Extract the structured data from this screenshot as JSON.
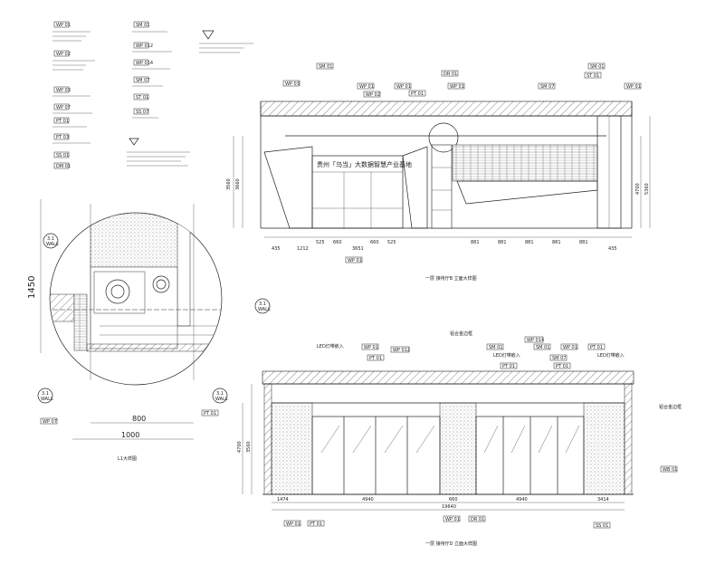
{
  "tags": {
    "wp01": "WP 01",
    "wp02": "WP 02",
    "wp03": "WP 03",
    "wp07": "WP 07",
    "pt01": "PT 01",
    "pt03": "PT 03",
    "sm01": "SM 01",
    "sm07": "SM 07",
    "st01": "ST 01",
    "ss01": "SS 01",
    "dr01": "DR 01",
    "wp012": "WP 012",
    "wp014": "WP 014",
    "dm01": "DM 01",
    "ss07": "SS 07",
    "wb01": "WB 01"
  },
  "section_markers": {
    "number": "3.1",
    "sheet": "WALL"
  },
  "detail": {
    "dim_vertical": "1450",
    "dim_800": "800",
    "dim_1000": "1000",
    "caption": "L1大样图"
  },
  "elevation1": {
    "sign_text": "贵州「乌当」大数据智慧产业基地",
    "caption": "一层 接待厅B  立面大样图",
    "dims": [
      "435",
      "1212",
      "525",
      "660",
      "3651",
      "660",
      "525",
      "881",
      "881",
      "881",
      "881",
      "881",
      "435"
    ],
    "heights": [
      "3560",
      "3660",
      "4700",
      "5360"
    ]
  },
  "elevation2": {
    "caption": "一层 接待厅D  立面大样图",
    "dims": [
      "1474",
      "4940",
      "660",
      "4940",
      "3414"
    ],
    "total": "19640",
    "heights": [
      "4700",
      "3560"
    ],
    "callouts": [
      "LED灯带嵌入",
      "LED灯带嵌入",
      "LED灯带嵌入",
      "铝合金边框",
      "铝合金边框"
    ]
  }
}
